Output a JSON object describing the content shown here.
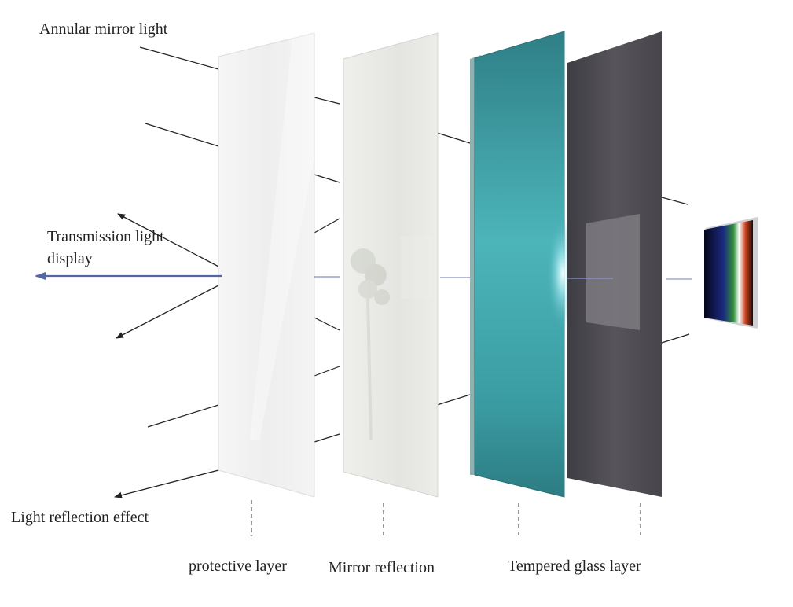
{
  "labels": {
    "annular_mirror_light": "Annular mirror light",
    "transmission_light_display": "Transmission light display",
    "light_reflection_effect": "Light reflection effect",
    "protective_layer": "protective layer",
    "mirror_reflection": "Mirror reflection",
    "tempered_glass_layer": "Tempered glass layer"
  },
  "colors": {
    "protective": "#f1f1f1",
    "mirror": "#e9e9e6",
    "tempered_glass": "#3d9ea3",
    "dark_layer": "#4e4c52",
    "transmission_arrow": "#5466a6",
    "line": "#222222",
    "dash": "#555555"
  }
}
